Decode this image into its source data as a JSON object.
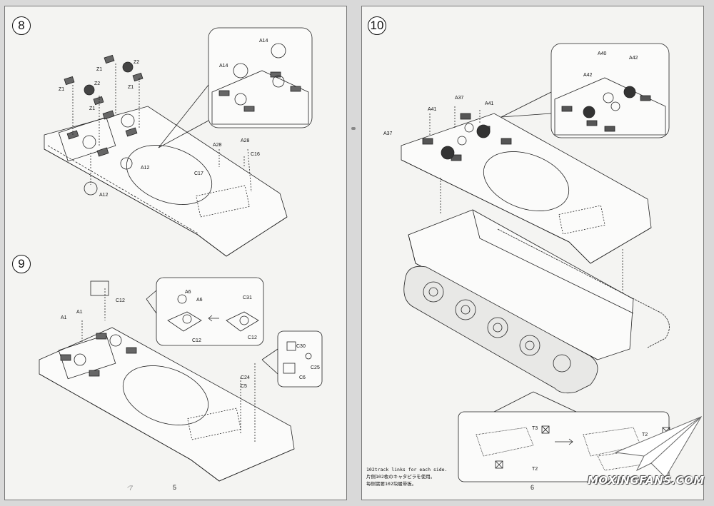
{
  "pages": [
    {
      "page_number": "5",
      "steps": [
        {
          "number": "8",
          "labels": [
            "A14",
            "A14",
            "Z1",
            "Z2",
            "Z1",
            "Z2",
            "Z1",
            "Z1",
            "A12",
            "A12",
            "A28",
            "A28",
            "C16",
            "C17"
          ]
        },
        {
          "number": "9",
          "labels": [
            "A6",
            "A6",
            "C12",
            "C12",
            "C12",
            "C31",
            "A1",
            "A1",
            "C30",
            "C25",
            "C6",
            "C24",
            "C5"
          ]
        }
      ],
      "scribble": "ᐟ7"
    },
    {
      "page_number": "6",
      "steps": [
        {
          "number": "10",
          "labels": [
            "A40",
            "A42",
            "A42",
            "A37",
            "A41",
            "A41",
            "A37",
            "T3",
            "T2",
            "T2"
          ]
        }
      ],
      "track_note": {
        "line1": "102track links for each side.",
        "line2": "片側102枚のキャタピラを使用。",
        "line3": "每侧需要102块履带板。"
      }
    }
  ],
  "watermark": "MOXINGFANS.COM"
}
